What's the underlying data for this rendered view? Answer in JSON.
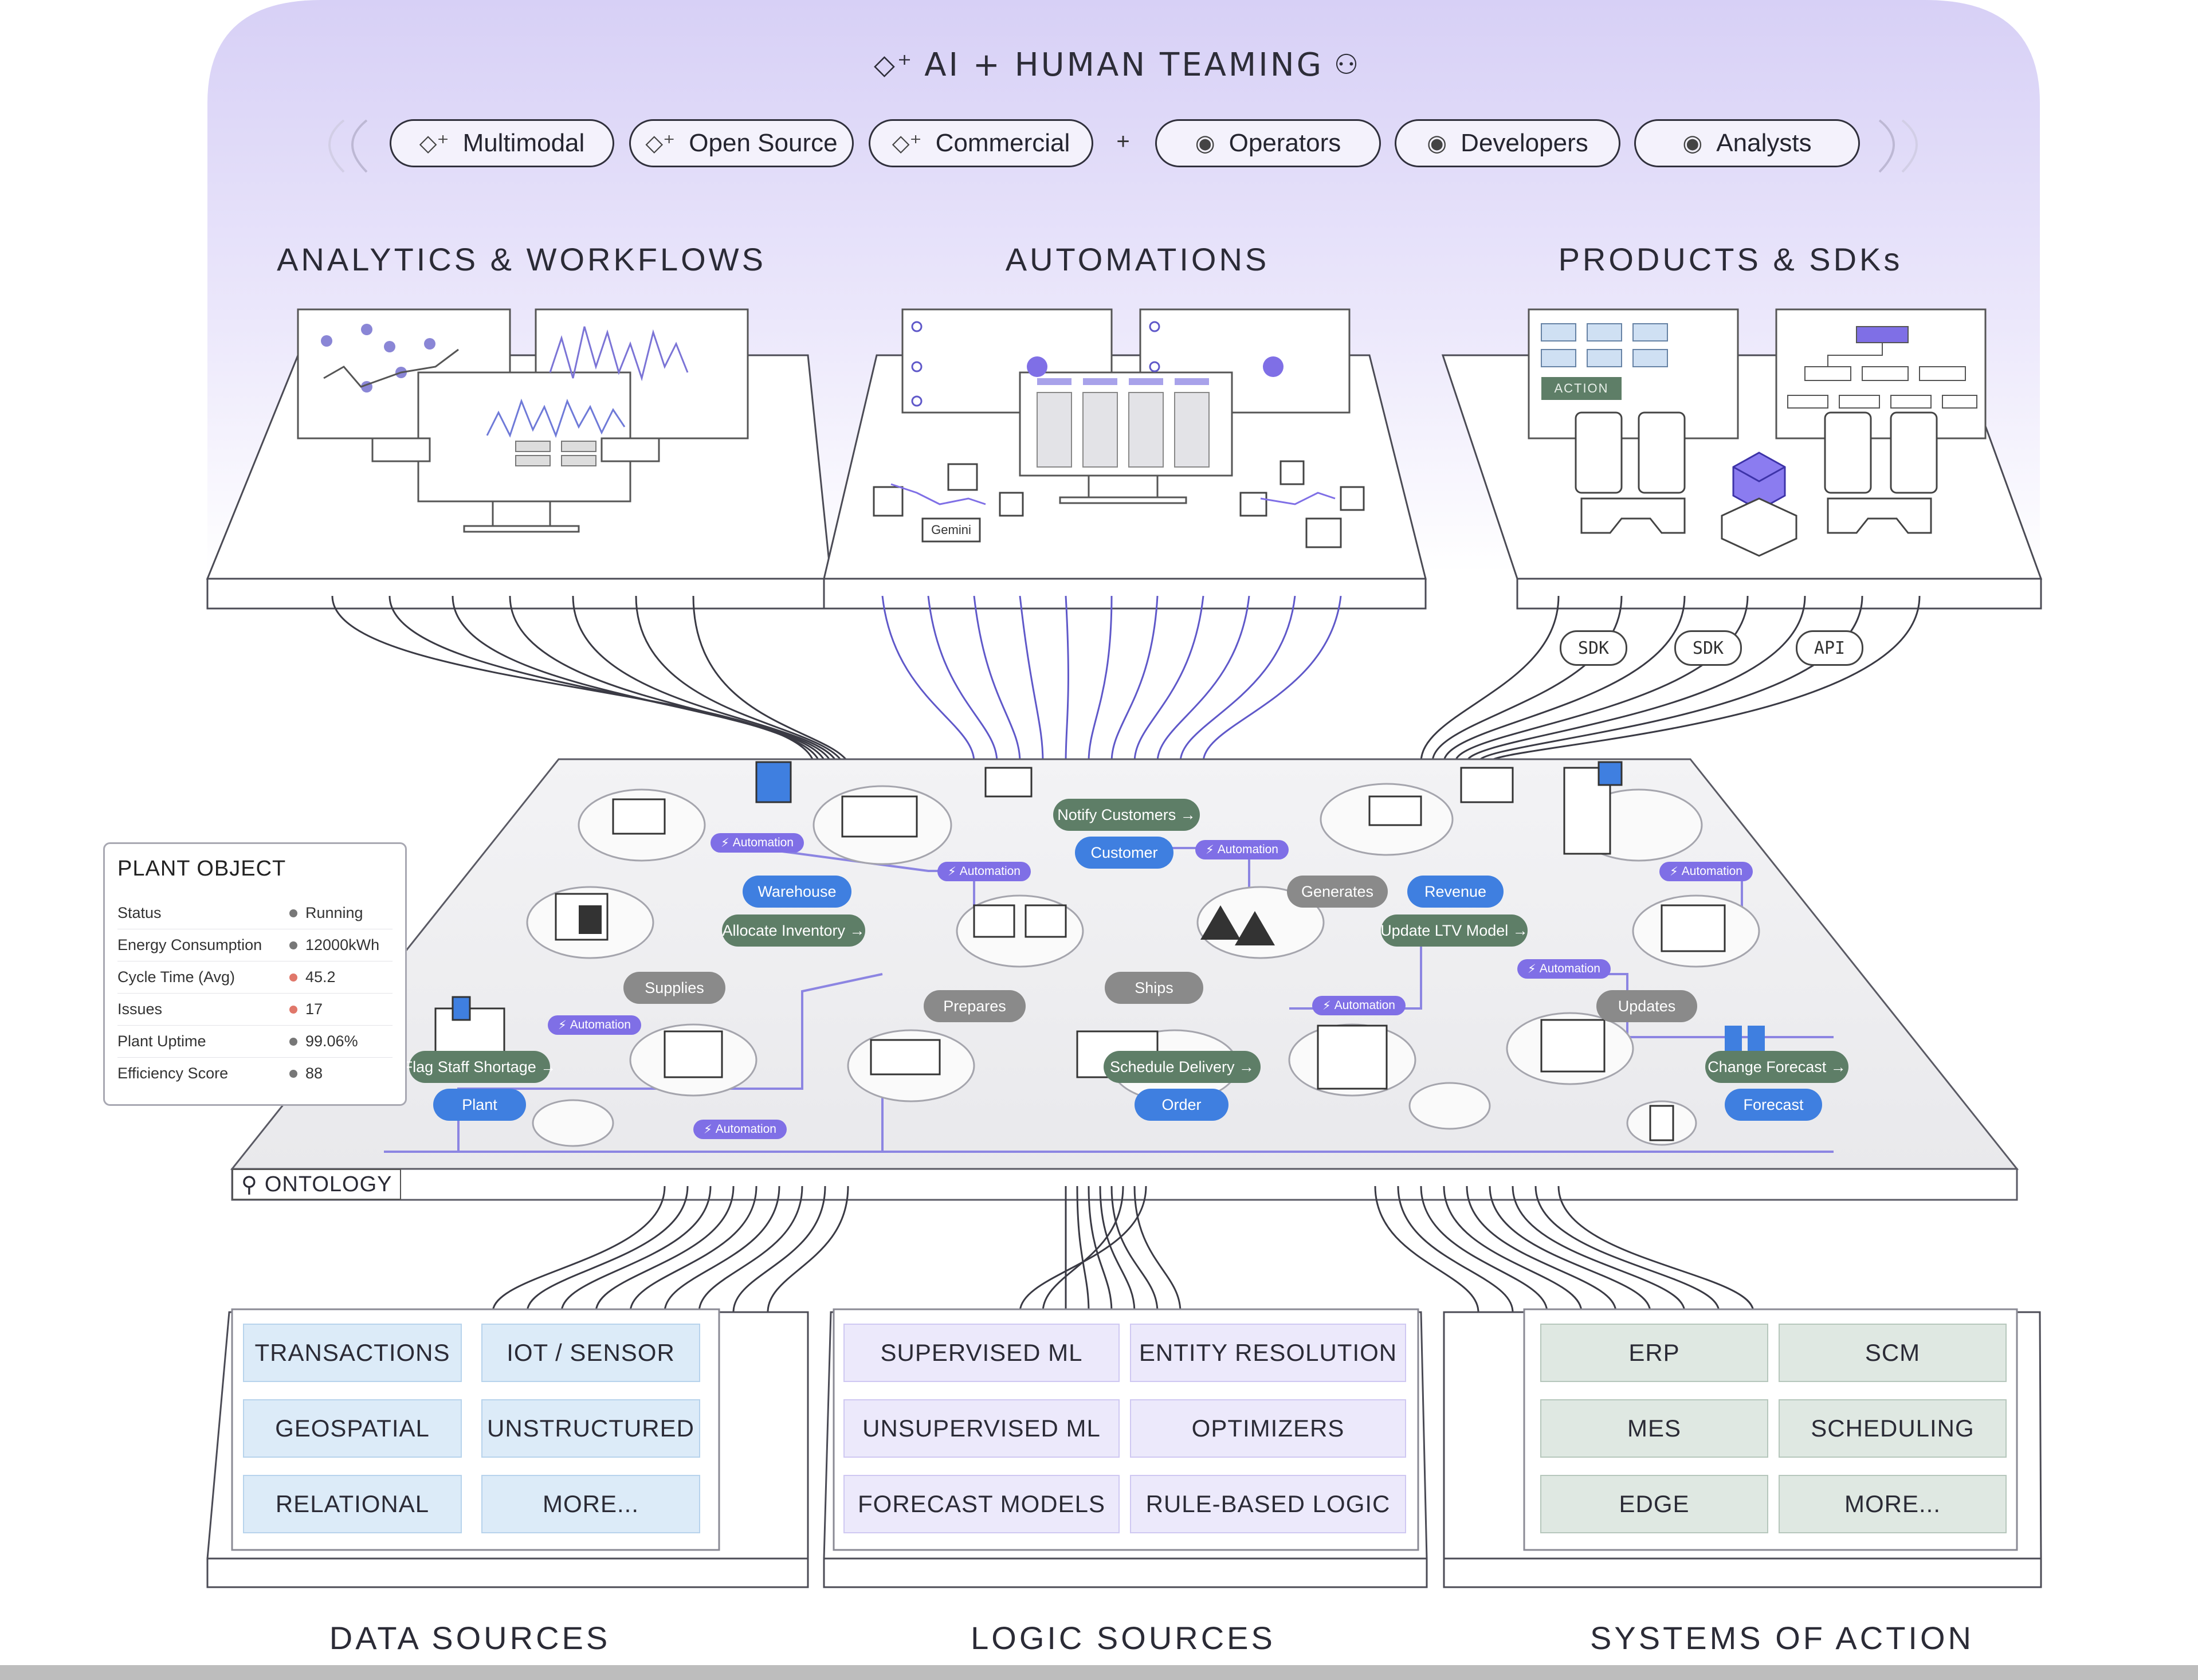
{
  "header": {
    "title": "AI + HUMAN TEAMING",
    "ai_pills": [
      "Multimodal",
      "Open Source",
      "Commercial"
    ],
    "plus": "+",
    "human_pills": [
      "Operators",
      "Developers",
      "Analysts"
    ]
  },
  "top_sections": {
    "analytics": "ANALYTICS & WORKFLOWS",
    "automations": "AUTOMATIONS",
    "products": "PRODUCTS & SDKs"
  },
  "screen_labels": {
    "action": "ACTION",
    "gemini": "Gemini"
  },
  "connector_tags": [
    "SDK",
    "SDK",
    "API"
  ],
  "ontology": {
    "label": "ONTOLOGY",
    "chips": {
      "notify_customers": "Notify Customers →",
      "customer": "Customer",
      "warehouse": "Warehouse",
      "allocate_inventory": "Allocate Inventory →",
      "generates": "Generates",
      "revenue": "Revenue",
      "update_ltv": "Update LTV Model →",
      "supplies": "Supplies",
      "prepares": "Prepares",
      "ships": "Ships",
      "updates": "Updates",
      "flag_staff": "Flag Staff Shortage →",
      "plant": "Plant",
      "schedule_delivery": "Schedule Delivery →",
      "order": "Order",
      "change_forecast": "Change Forecast →",
      "forecast": "Forecast"
    },
    "automation_label": "Automation"
  },
  "plant_object": {
    "title": "PLANT OBJECT",
    "rows": [
      {
        "key": "Status",
        "value": "Running",
        "color": "#777777"
      },
      {
        "key": "Energy Consumption",
        "value": "12000kWh",
        "color": "#777777"
      },
      {
        "key": "Cycle Time (Avg)",
        "value": "45.2",
        "color": "#e0776a"
      },
      {
        "key": "Issues",
        "value": "17",
        "color": "#e0776a"
      },
      {
        "key": "Plant Uptime",
        "value": "99.06%",
        "color": "#777777"
      },
      {
        "key": "Efficiency Score",
        "value": "88",
        "color": "#777777"
      }
    ]
  },
  "bottom_sections": {
    "data_sources": {
      "title": "DATA SOURCES",
      "items": [
        "TRANSACTIONS",
        "IOT / SENSOR",
        "GEOSPATIAL",
        "UNSTRUCTURED",
        "RELATIONAL",
        "MORE..."
      ]
    },
    "logic_sources": {
      "title": "LOGIC SOURCES",
      "items": [
        "SUPERVISED ML",
        "ENTITY RESOLUTION",
        "UNSUPERVISED ML",
        "OPTIMIZERS",
        "FORECAST MODELS",
        "RULE-BASED LOGIC"
      ]
    },
    "systems_of_action": {
      "title": "SYSTEMS OF ACTION",
      "items": [
        "ERP",
        "SCM",
        "MES",
        "SCHEDULING",
        "EDGE",
        "MORE..."
      ]
    }
  },
  "colors": {
    "header_bg": "#dcd6f7",
    "accent_purple": "#7f6fe6",
    "chip_blue": "#3f7fe0",
    "chip_green": "#5e7e67",
    "chip_gray": "#8a8a8a",
    "cell_blue": "#dcebf8",
    "cell_lavender": "#ece9fb",
    "cell_sage": "#dfe8e2"
  }
}
